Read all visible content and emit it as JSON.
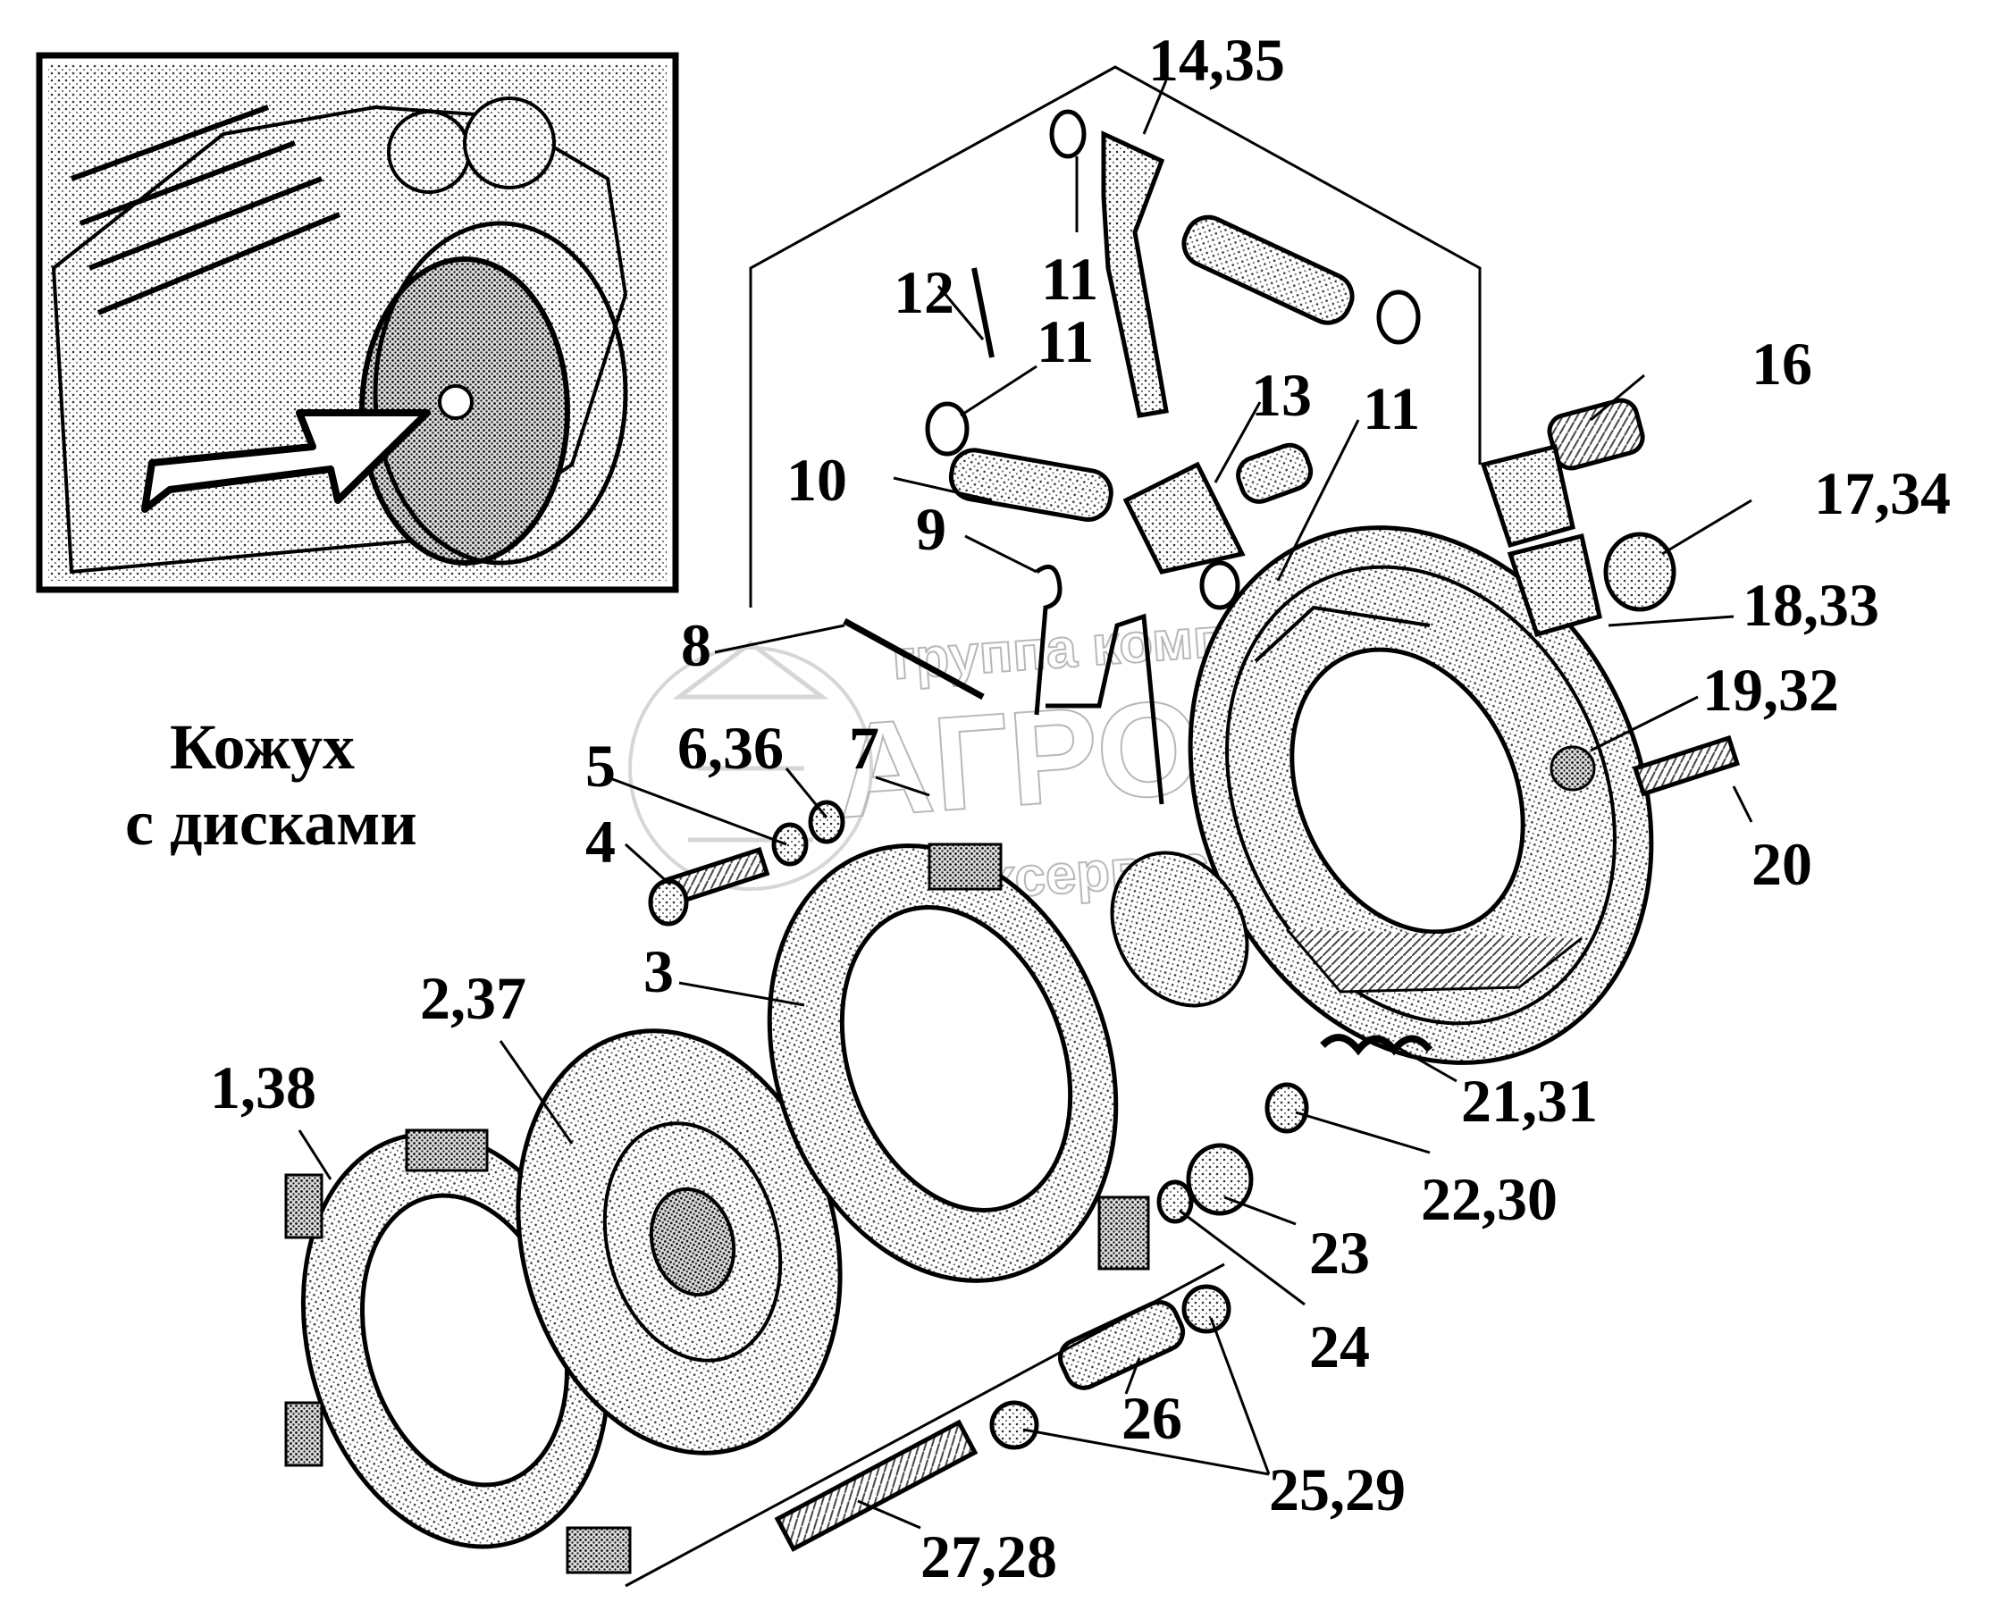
{
  "caption": {
    "line1": "Кожух",
    "line2": "с дисками"
  },
  "watermark": {
    "top": "группа компаний",
    "main": "АГРОСНАБ",
    "bottom": "техсервис"
  },
  "labels": {
    "l1438": "1,38",
    "l237": "2,37",
    "l3": "3",
    "l4": "4",
    "l5": "5",
    "l636": "6,36",
    "l7": "7",
    "l8": "8",
    "l9": "9",
    "l10": "10",
    "l11a": "11",
    "l11b": "11",
    "l11c": "11",
    "l12": "12",
    "l13": "13",
    "l1435": "14,35",
    "l16": "16",
    "l1734": "17,34",
    "l1833": "18,33",
    "l1932": "19,32",
    "l20": "20",
    "l2131": "21,31",
    "l2230": "22,30",
    "l23": "23",
    "l24": "24",
    "l2529": "25,29",
    "l26": "26",
    "l2728": "27,28"
  },
  "icons": {
    "inset": "engine-photo-icon",
    "arrow": "pointer-arrow-icon",
    "logo": "agrosnab-logo-icon"
  }
}
